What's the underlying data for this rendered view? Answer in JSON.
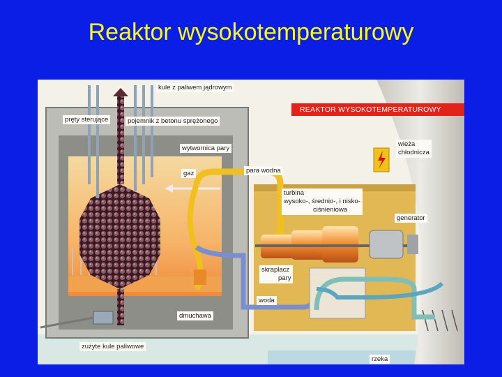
{
  "slide": {
    "title": "Reaktor wysokotemperaturowy"
  },
  "diagram": {
    "banner": "REAKTOR WYSOKOTEMPERATUROWY",
    "labels": {
      "fuel_balls_core": "kule z paliwem jądrowym",
      "control_rods": "pręty sterujące",
      "concrete_vessel": "pojemnik z betonu sprężonego",
      "steam_generator": "wytwornica pary",
      "gas": "gaz",
      "steam": "para wodna",
      "turbine_line1": "turbina",
      "turbine_line2": "wysoko-, średnio-, i nisko-",
      "turbine_line3": "ciśnieniowa",
      "cooling_tower_line1": "wieża",
      "cooling_tower_line2": "chłodnicza",
      "generator": "generator",
      "condenser_line1": "skraplacz",
      "condenser_line2": "pary",
      "water": "woda",
      "blower": "dmuchawa",
      "spent_fuel": "zużyte kule paliwowe",
      "river": "rzeka"
    },
    "colors": {
      "background": "#0a1ee6",
      "title": "#ffff00",
      "banner": "#e2231a",
      "steam_pipe": "#f0c020",
      "water_pipe": "#7a8fd0",
      "tower": "#d8d6d0",
      "building": "#e2b855",
      "core": "#5a2a30"
    }
  }
}
